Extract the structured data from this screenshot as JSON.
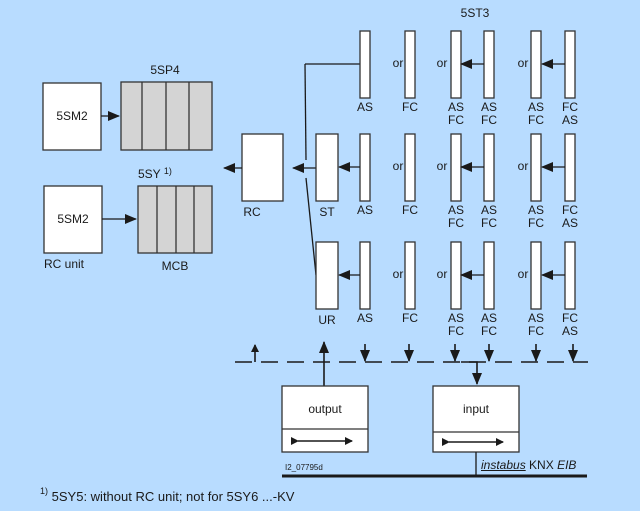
{
  "colors": {
    "background": "#B8DCFF",
    "box_fill": "#FFFFFF",
    "mcb_fill": "#D4D4D4",
    "line": "#1a1a1a"
  },
  "left": {
    "top_group": {
      "title": "5SP4",
      "unit_label": "5SM2"
    },
    "bottom_group": {
      "title": "5SY",
      "title_sup": "1)",
      "unit_label": "5SM2",
      "caption_left": "RC unit",
      "caption_right": "MCB"
    },
    "rc_label": "RC"
  },
  "right": {
    "title": "5ST3",
    "rows": [
      {
        "lead": "",
        "options": [
          "AS",
          "FC",
          "AS\nFC",
          "AS\nFC",
          "AS\nFC",
          "FC\nAS"
        ]
      },
      {
        "lead": "ST",
        "options": [
          "AS",
          "FC",
          "AS\nFC",
          "AS\nFC",
          "AS\nFC",
          "FC\nAS"
        ]
      },
      {
        "lead": "UR",
        "options": [
          "AS",
          "FC",
          "AS\nFC",
          "AS\nFC",
          "AS\nFC",
          "FC\nAS"
        ]
      }
    ],
    "separator": "or"
  },
  "bus": {
    "output_label": "output",
    "input_label": "input",
    "drawing_id": "I2_07795d",
    "bus_name_italic_underlined": "instabus",
    "bus_name_plain": "KNX",
    "bus_name_italic": "EIB"
  },
  "footnote": {
    "marker": "1)",
    "text": "5SY5: without RC unit; not for 5SY6 ...-KV"
  }
}
